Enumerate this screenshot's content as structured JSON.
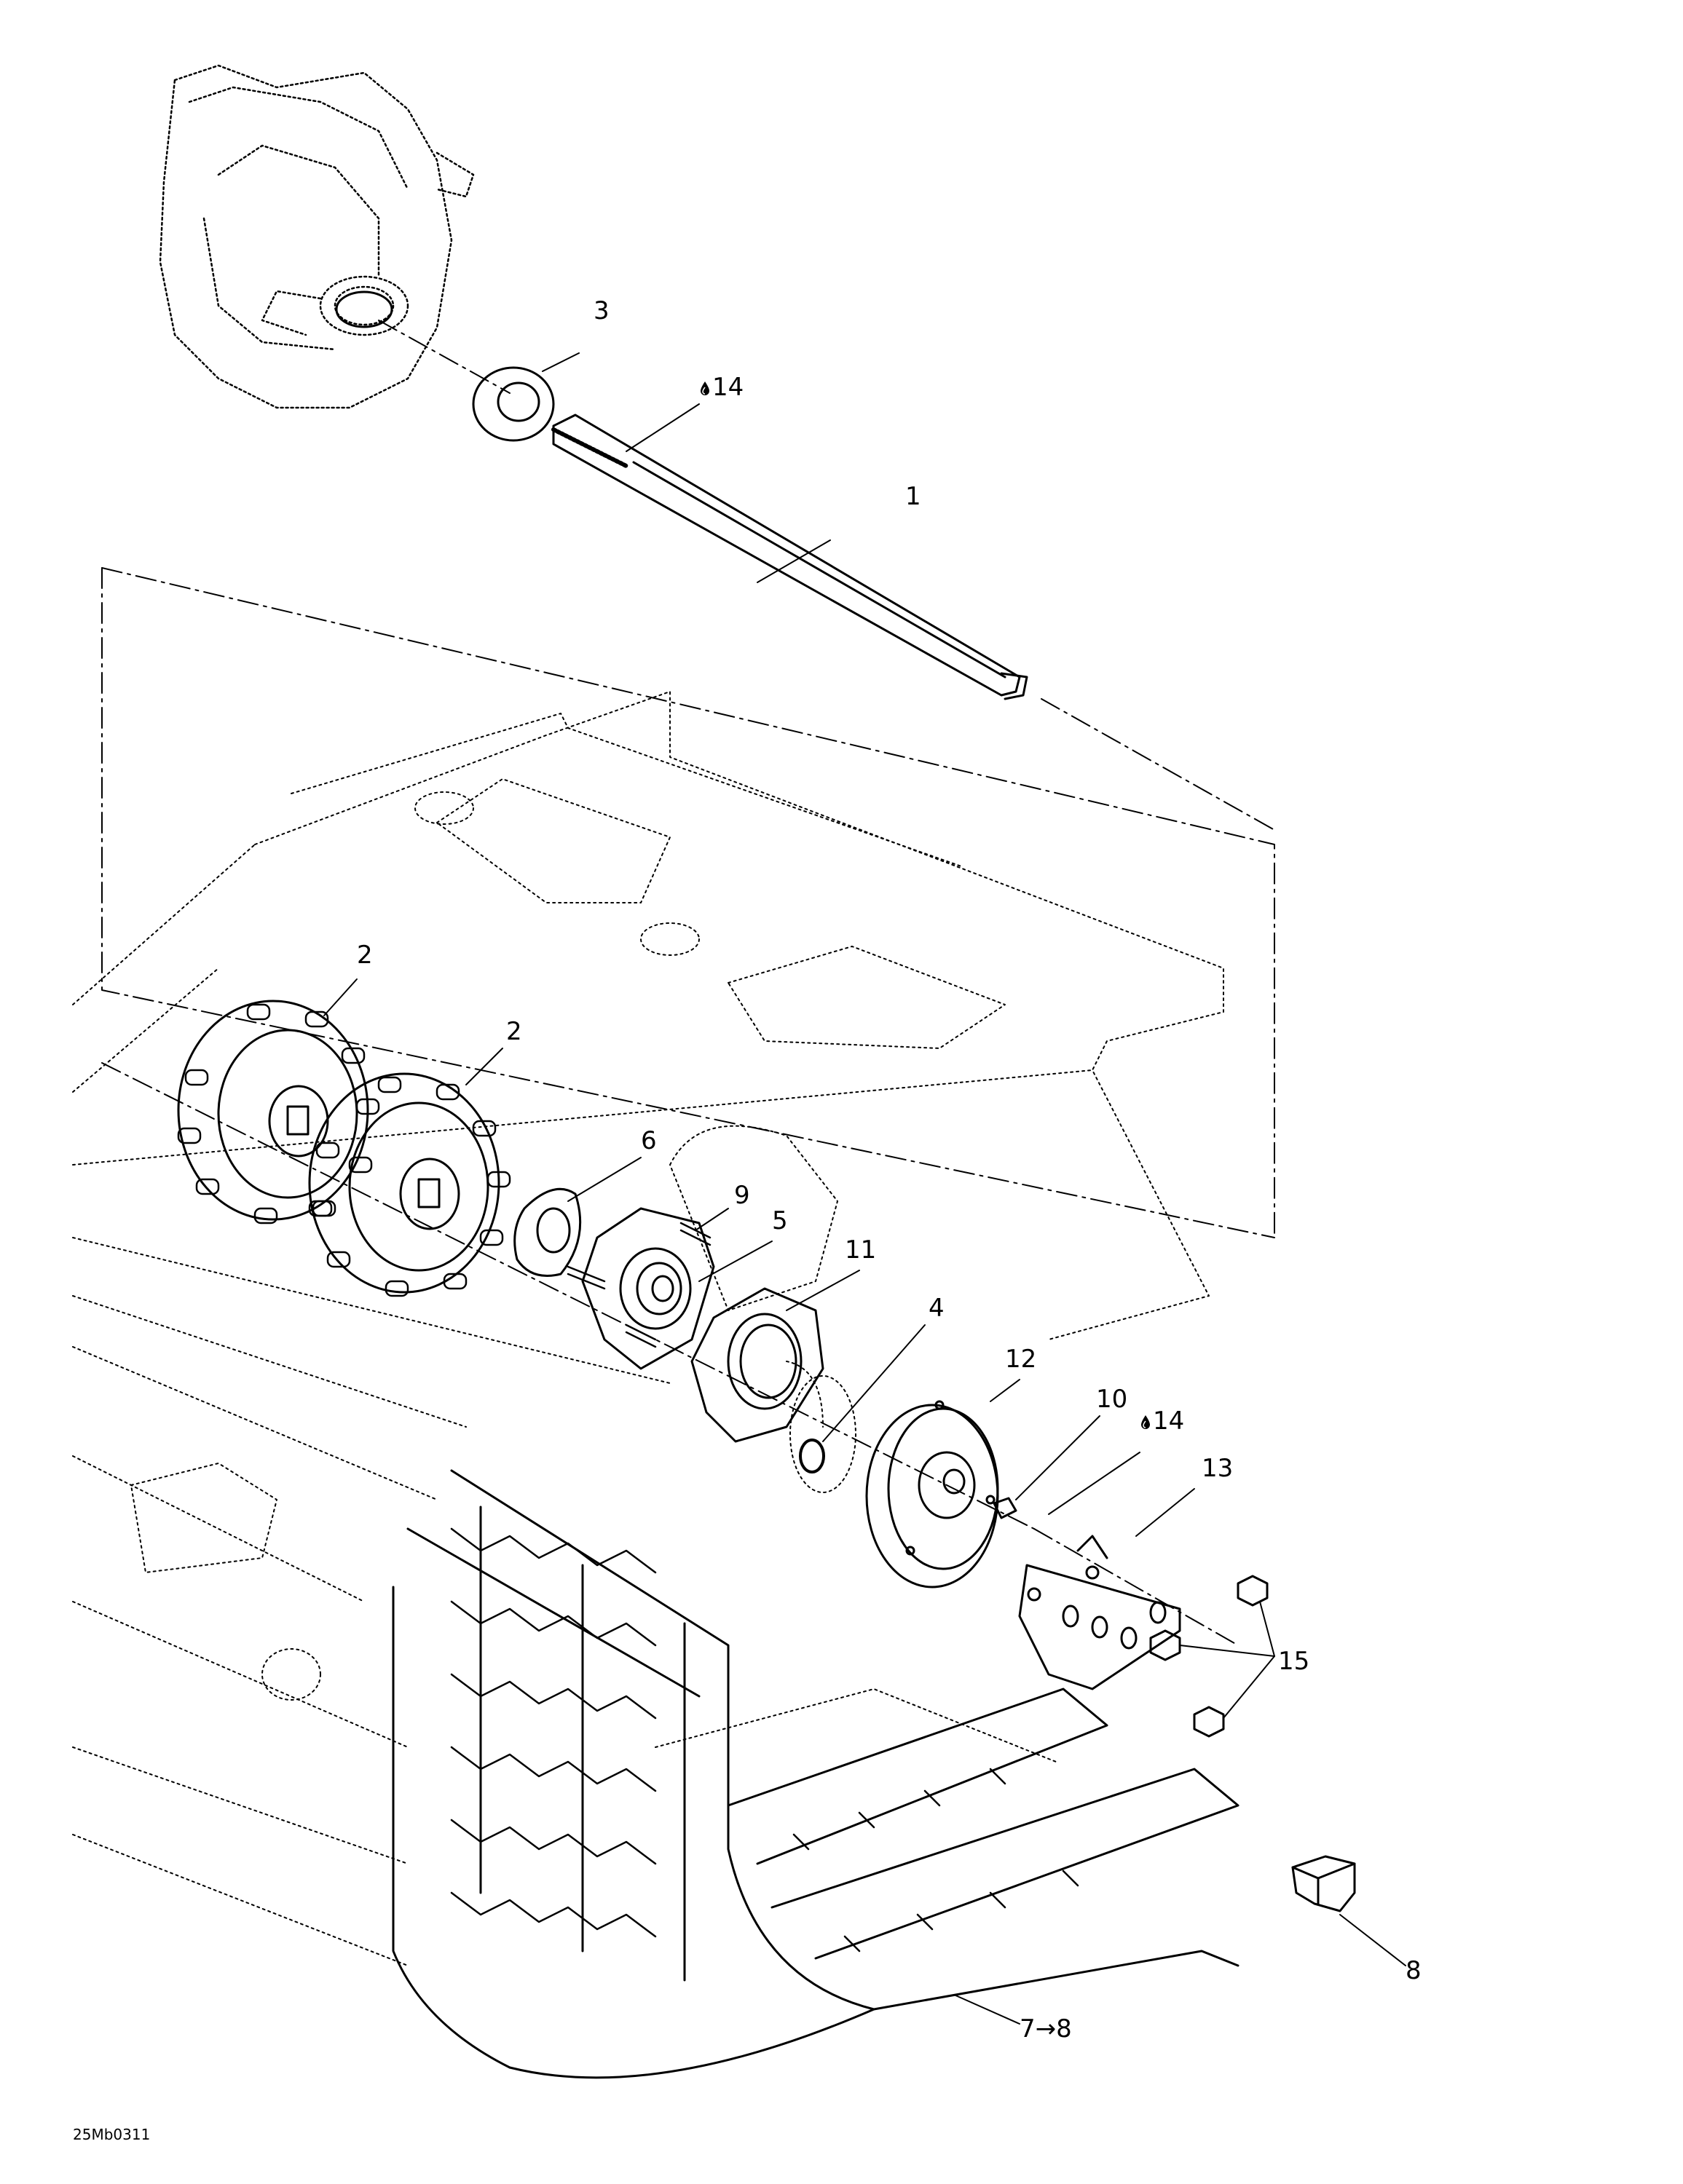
{
  "callouts": {
    "c1": "1",
    "c2a": "2",
    "c2b": "2",
    "c3": "3",
    "c4": "4",
    "c5": "5",
    "c6": "6",
    "c7": "7→8",
    "c8": "8",
    "c9": "9",
    "c10": "10",
    "c11": "11",
    "c12": "12",
    "c13": "13",
    "c14a": "14",
    "c14b": "14",
    "c15": "15"
  },
  "drawing_ref": "25Mb0311",
  "icons": {
    "lubricant": "oil-drop-icon"
  },
  "colors": {
    "line": "#000000",
    "background": "#ffffff"
  }
}
